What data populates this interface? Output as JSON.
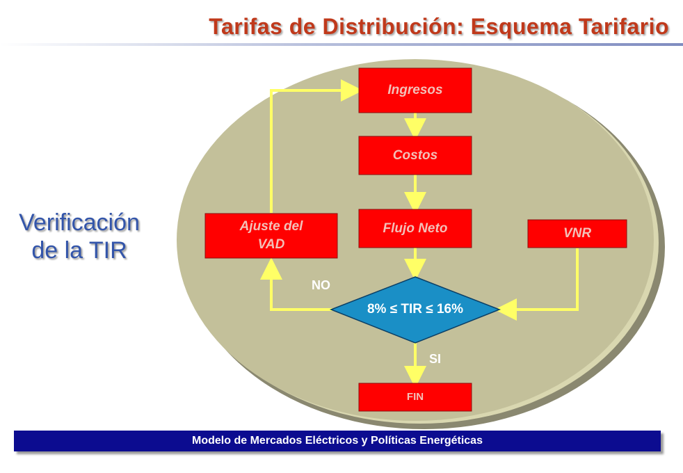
{
  "header": {
    "title": "Tarifas de Distribución: Esquema Tarifario"
  },
  "side_label": {
    "line1": "Verificación",
    "line2": "de la TIR"
  },
  "flowchart": {
    "nodes": {
      "ingresos": "Ingresos",
      "costos": "Costos",
      "flujo_neto": "Flujo Neto",
      "ajuste_line1": "Ajuste del",
      "ajuste_line2": "VAD",
      "vnr": "VNR",
      "decision": "8% ≤ TIR  ≤ 16%",
      "fin": "FIN"
    },
    "branches": {
      "no": "NO",
      "si": "SI"
    }
  },
  "footer": {
    "text": "Modelo de Mercados Eléctricos y Políticas Energéticas"
  },
  "colors": {
    "title": "#c0391b",
    "ellipse": "#c3c09a",
    "box": "#ff0000",
    "diamond": "#1a8fc6",
    "connector": "#ffff66",
    "footer": "#0c0c90",
    "side_label": "#3355aa"
  }
}
